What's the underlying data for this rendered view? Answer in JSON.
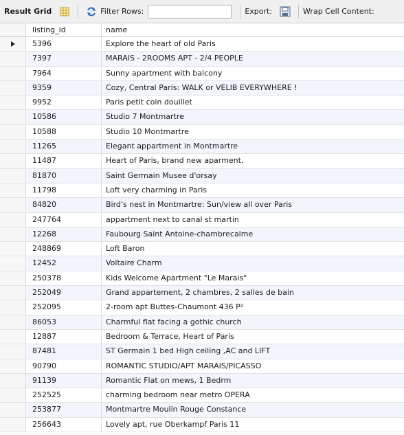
{
  "toolbar": {
    "result_grid_label": "Result Grid",
    "filter_rows_label": "Filter Rows:",
    "filter_value": "",
    "export_label": "Export:",
    "wrap_label": "Wrap Cell Content:",
    "icons": [
      "grid-toggle-icon",
      "refresh-icon",
      "export-icon"
    ]
  },
  "grid": {
    "columns": [
      "listing_id",
      "name"
    ],
    "selected_row": 0,
    "rows": [
      {
        "listing_id": "5396",
        "name": "Explore the heart of old Paris"
      },
      {
        "listing_id": "7397",
        "name": "MARAIS - 2ROOMS APT - 2/4 PEOPLE"
      },
      {
        "listing_id": "7964",
        "name": "Sunny apartment with balcony"
      },
      {
        "listing_id": "9359",
        "name": "Cozy, Central Paris: WALK or VELIB EVERYWHERE !"
      },
      {
        "listing_id": "9952",
        "name": "Paris petit coin douillet"
      },
      {
        "listing_id": "10586",
        "name": "Studio 7 Montmartre"
      },
      {
        "listing_id": "10588",
        "name": "Studio 10 Montmartre"
      },
      {
        "listing_id": "11265",
        "name": "Elegant appartment in Montmartre"
      },
      {
        "listing_id": "11487",
        "name": "Heart of  Paris, brand new aparment."
      },
      {
        "listing_id": "81870",
        "name": "Saint Germain Musee d'orsay"
      },
      {
        "listing_id": "11798",
        "name": "Loft very charming in Paris"
      },
      {
        "listing_id": "84820",
        "name": "Bird's nest in Montmartre: Sun/view all over Paris"
      },
      {
        "listing_id": "247764",
        "name": "appartment next to canal st martin"
      },
      {
        "listing_id": "12268",
        "name": "Faubourg Saint Antoine-chambrecalme"
      },
      {
        "listing_id": "248869",
        "name": "Loft Baron"
      },
      {
        "listing_id": "12452",
        "name": "Voltaire Charm"
      },
      {
        "listing_id": "250378",
        "name": "Kids Welcome Apartment \"Le Marais\""
      },
      {
        "listing_id": "252049",
        "name": "Grand appartement, 2 chambres, 2 salles de bain"
      },
      {
        "listing_id": "252095",
        "name": "2-room apt Buttes-Chaumont 436 P²"
      },
      {
        "listing_id": "86053",
        "name": "Charmful flat facing a gothic church"
      },
      {
        "listing_id": "12887",
        "name": "Bedroom & Terrace, Heart of Paris"
      },
      {
        "listing_id": "87481",
        "name": "ST Germain 1 bed High ceiling ,AC and LIFT"
      },
      {
        "listing_id": "90790",
        "name": "ROMANTIC STUDIO/APT MARAIS/PICASSO"
      },
      {
        "listing_id": "91139",
        "name": "Romantic Flat on mews, 1 Bedrm"
      },
      {
        "listing_id": "252525",
        "name": "charming bedroom near  metro OPERA"
      },
      {
        "listing_id": "253877",
        "name": "Montmartre Moulin Rouge Constance"
      },
      {
        "listing_id": "256643",
        "name": "Lovely apt, rue Oberkampf Paris 11"
      }
    ]
  }
}
